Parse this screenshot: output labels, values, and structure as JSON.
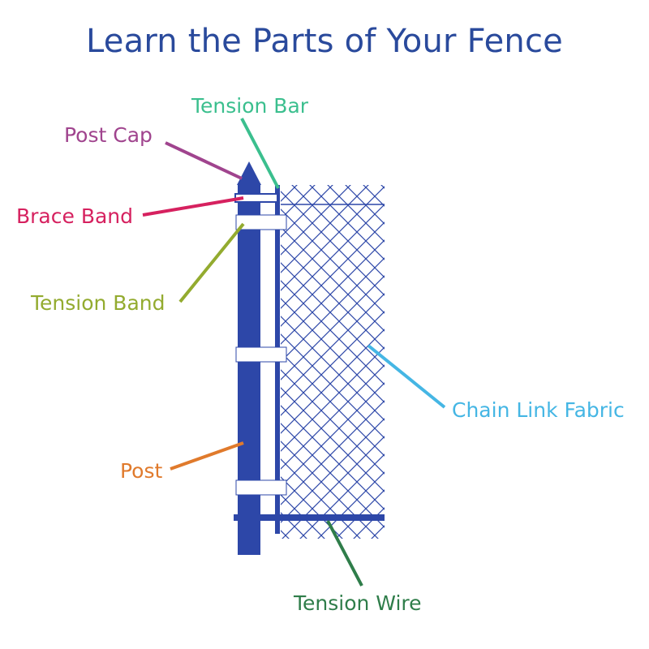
{
  "title": "Learn the Parts of Your Fence",
  "colors": {
    "title": "#2a4a9c",
    "post": "#2d47a8",
    "fabric": "#2d47a8",
    "band": "#ffffff"
  },
  "labels": {
    "tension_bar": {
      "text": "Tension Bar",
      "color": "#3bbf8e"
    },
    "post_cap": {
      "text": "Post Cap",
      "color": "#a0448e"
    },
    "brace_band": {
      "text": "Brace Band",
      "color": "#d6215f"
    },
    "tension_band": {
      "text": "Tension Band",
      "color": "#93ab2f"
    },
    "chain_link_fabric": {
      "text": "Chain Link Fabric",
      "color": "#45b6e4"
    },
    "post": {
      "text": "Post",
      "color": "#e07a2c"
    },
    "tension_wire": {
      "text": "Tension Wire",
      "color": "#2f7d4a"
    }
  }
}
